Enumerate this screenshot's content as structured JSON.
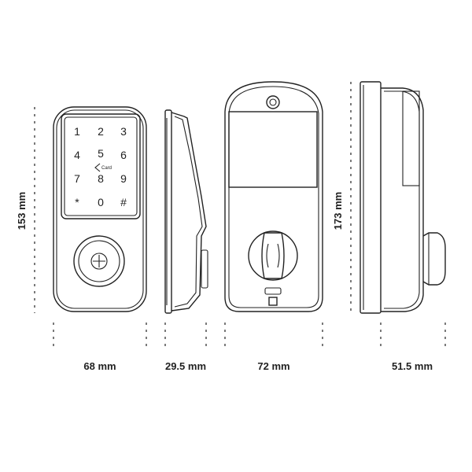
{
  "dimensions": {
    "front_width": "68 mm",
    "side_depth": "29.5 mm",
    "back_width": "72 mm",
    "interior_depth": "51.5 mm",
    "front_height": "153 mm",
    "back_height": "173 mm"
  },
  "keypad": {
    "keys": [
      "1",
      "2",
      "3",
      "4",
      "5",
      "6",
      "7",
      "8",
      "9",
      "*",
      "0",
      "#"
    ],
    "card_label": "Card"
  },
  "colors": {
    "line": "#222222",
    "background": "#ffffff"
  }
}
